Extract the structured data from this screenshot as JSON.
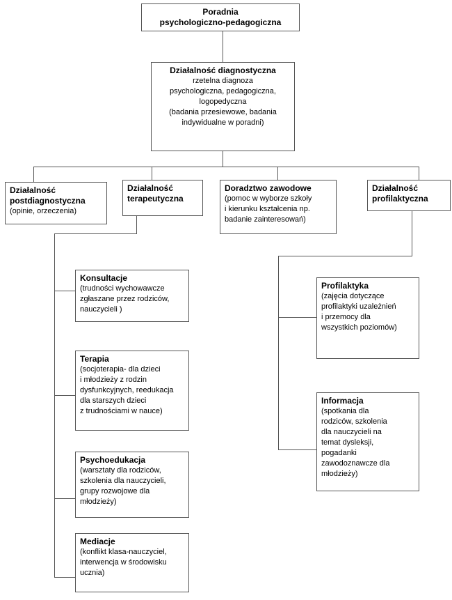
{
  "page": {
    "background_color": "#ffffff",
    "border_color": "#555555",
    "line_color": "#555555",
    "text_color": "#000000"
  },
  "nodes": {
    "root": {
      "title": "Poradnia\npsychologiczno-pedagogiczna"
    },
    "diagnostyczna": {
      "title": "Działalność diagnostyczna",
      "body": "rzetelna diagnoza\npsychologiczna, pedagogiczna,\nlogopedyczna\n(badania przesiewowe, badania\nindywidualne w poradni)"
    },
    "postdiagnostyczna": {
      "title": "Działalność\npostdiagnostyczna",
      "body": "(opinie, orzeczenia)"
    },
    "terapeutyczna": {
      "title": "Działalność\nterapeutyczna"
    },
    "doradztwo": {
      "title": "Doradztwo zawodowe",
      "body": "(pomoc w wyborze szkoły\ni kierunku kształcenia np.\nbadanie zainteresowań)"
    },
    "profilaktyczna": {
      "title": "Działalność\nprofilaktyczna"
    },
    "konsultacje": {
      "title": "Konsultacje",
      "body": "(trudności wychowawcze\nzgłaszane przez rodziców,\nnauczycieli )"
    },
    "terapia": {
      "title": "Terapia",
      "body": "(socjoterapia- dla dzieci\ni młodzieży z rodzin\ndysfunkcyjnych, reedukacja\ndla starszych dzieci\nz trudnościami w nauce)"
    },
    "psychoedukacja": {
      "title": "Psychoedukacja",
      "body": "(warsztaty dla rodziców,\nszkolenia dla nauczycieli,\ngrupy rozwojowe dla\nmłodzieży)"
    },
    "mediacje": {
      "title": "Mediacje",
      "body": "(konflikt klasa-nauczyciel,\ninterwencja w środowisku\nucznia)"
    },
    "profilaktyka": {
      "title": "Profilaktyka",
      "body": "(zajęcia dotyczące\nprofilaktyki uzależnień\ni przemocy dla\nwszystkich poziomów)"
    },
    "informacja": {
      "title": "Informacja",
      "body": "(spotkania dla\nrodziców, szkolenia\ndla nauczycieli na\ntemat dysleksji,\npogadanki\nzawodoznawcze dla\nmłodzieży)"
    }
  }
}
